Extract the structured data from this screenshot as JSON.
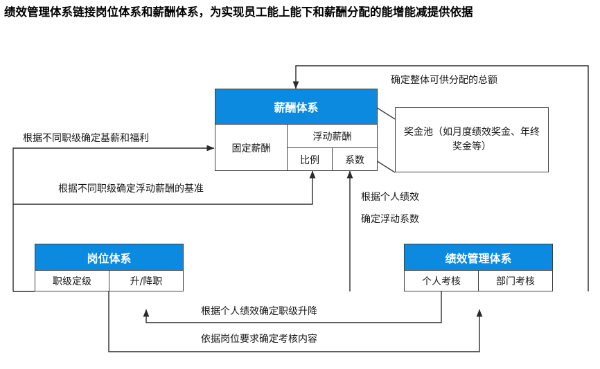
{
  "title": "绩效管理体系链接岗位体系和薪酬体系，为实现员工能上能下和薪酬分配的能增能减提供依据",
  "colors": {
    "header_blue": "#0b8ae0",
    "line": "#3f3f3f",
    "text": "#161616",
    "title_text": "#000000",
    "background": "#ffffff"
  },
  "boxes": {
    "compensation": {
      "header": "薪酬体系",
      "fixed_pay": "固定薪酬",
      "variable_pay": "浮动薪酬",
      "ratio": "比例",
      "coefficient": "系数"
    },
    "position": {
      "header": "岗位体系",
      "cells": [
        "职级定级",
        "升/降职"
      ]
    },
    "performance": {
      "header": "绩效管理体系",
      "cells": [
        "个人考核",
        "部门考核"
      ]
    }
  },
  "callout": {
    "bonus_pool": "奖金池（如月度绩效奖金、年终奖金等）"
  },
  "labels": {
    "total_amount": "确定整体可供分配的总额",
    "base_and_benefits": "根据不同职级确定基薪和福利",
    "variable_baseline": "根据不同职级确定浮动薪酬的基准",
    "individual_perf_line1": "根据个人绩效",
    "individual_perf_line2": "确定浮动系数",
    "grade_updown": "根据个人绩效确定职级升降",
    "assessment_content": "依据岗位要求确定考核内容"
  }
}
